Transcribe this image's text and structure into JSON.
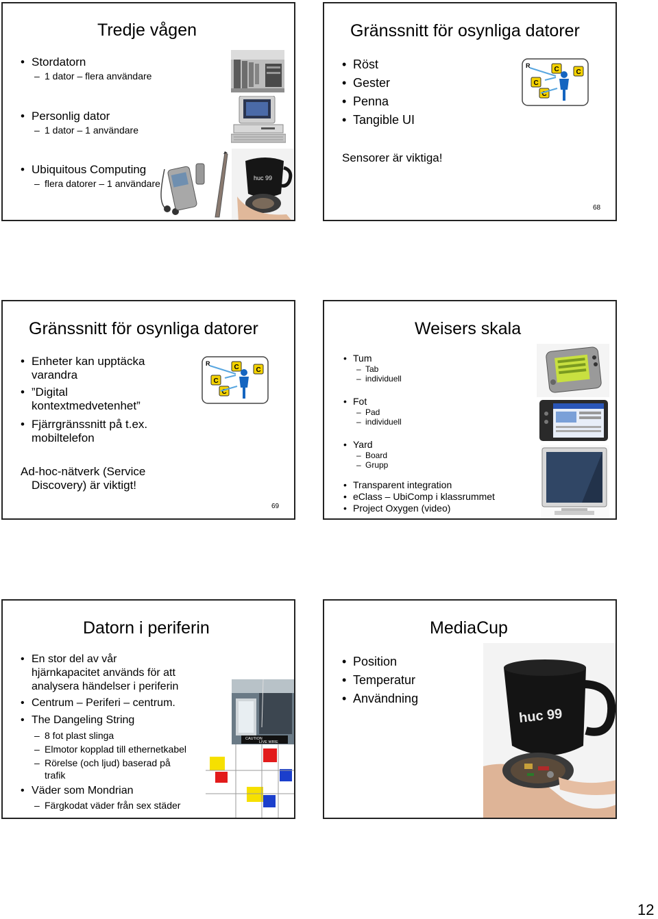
{
  "slides": {
    "s1": {
      "title": "Tredje vågen",
      "items": [
        {
          "text": "Stordatorn",
          "sub": "1 dator – flera användare"
        },
        {
          "text": "Personlig dator",
          "sub": "1 dator – 1 användare"
        },
        {
          "text": "Ubiquitous Computing",
          "sub": "flera datorer – 1 användare"
        }
      ]
    },
    "s2": {
      "title": "Gränssnitt för osynliga datorer",
      "items": [
        "Röst",
        "Gester",
        "Penna",
        "Tangible UI"
      ],
      "note": "Sensorer är viktiga!",
      "page": "68"
    },
    "s3": {
      "title": "Gränssnitt för osynliga datorer",
      "items": [
        {
          "line1": "Enheter kan upptäcka",
          "line2": "varandra"
        },
        {
          "line1": "”Digital",
          "line2": "kontextmedvetenhet”"
        },
        {
          "line1": "Fjärrgränssnitt på t.ex.",
          "line2": "mobiltelefon"
        }
      ],
      "note_line1": "Ad-hoc-nätverk (Service",
      "note_line2": "Discovery) är viktigt!",
      "page": "69"
    },
    "s4": {
      "title": "Weisers skala",
      "groups": [
        {
          "text": "Tum",
          "subs": [
            "Tab",
            "individuell"
          ]
        },
        {
          "text": "Fot",
          "subs": [
            "Pad",
            "individuell"
          ]
        },
        {
          "text": "Yard",
          "subs": [
            "Board",
            "Grupp"
          ]
        }
      ],
      "items": [
        "Transparent integration",
        "eClass – UbiComp i klassrummet",
        "Project Oxygen (video)"
      ]
    },
    "s5": {
      "title": "Datorn i periferin",
      "b1_lines": [
        "En stor del av vår",
        "hjärnkapacitet används för att",
        "analysera händelser i periferin"
      ],
      "b2": "Centrum – Periferi – centrum.",
      "b3": "The Dangeling String",
      "b3_subs": [
        "8 fot plast slinga",
        "Elmotor kopplad till ethernetkabel",
        "Rörelse (och ljud) baserad på",
        "trafik"
      ],
      "b4": "Väder som Mondrian",
      "b4_sub": "Färgkodat väder från sex städer",
      "photo_text": [
        "CAUTION",
        "LIVE WIRE"
      ]
    },
    "s6": {
      "title": "MediaCup",
      "items": [
        "Position",
        "Temperatur",
        "Användning"
      ],
      "mug_text": "huc 99"
    }
  },
  "diagram": {
    "labels": [
      "R",
      "C",
      "C",
      "C",
      "C"
    ]
  },
  "mug_small_text": "huc 99",
  "page_number": "12",
  "colors": {
    "border": "#222222",
    "person": "#1565c0",
    "c_box": "#f4d200",
    "mondrian_red": "#e21b1b",
    "mondrian_blue": "#1b3fcc",
    "mondrian_yellow": "#f6e000"
  }
}
